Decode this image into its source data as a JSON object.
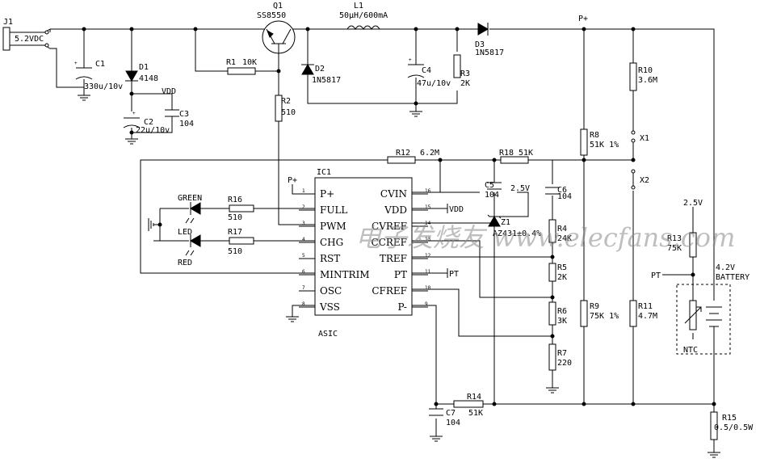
{
  "labels": {
    "j1": "J1",
    "vin": "5.2VDC",
    "c1": "C1",
    "c1v": "330u/10v",
    "d1": "D1",
    "d1v": "4148",
    "vdd": "VDD",
    "c2": "C2",
    "c2v": "22u/10v",
    "c3": "C3",
    "c3v": "104",
    "q1": "Q1",
    "q1v": "SS8550",
    "r1": "R1",
    "r1v": "10K",
    "r2": "R2",
    "r2v": "510",
    "l1": "L1",
    "l1v": "50µH/600mA",
    "d2": "D2",
    "d2v": "1N5817",
    "c4": "C4",
    "c4v": "47u/10v",
    "r3": "R3",
    "r3v": "2K",
    "d3": "D3",
    "d3v": "1N5817",
    "pplus": "P+",
    "r10": "R10",
    "r10v": "3.6M",
    "r8": "R8",
    "r8v": "51K 1%",
    "x1": "X1",
    "x2": "X2",
    "r12": "R12",
    "r12v": "6.2M",
    "r18": "R18",
    "r18v": "51K",
    "c5": "C5",
    "c5v": "104",
    "c6": "C6",
    "c6v": "104",
    "v25": "2.5V",
    "z1": "Z1",
    "z1v": "AZ431±0.4%",
    "r4": "R4",
    "r4v": "24K",
    "r5": "R5",
    "r5v": "2K",
    "r6": "R6",
    "r6v": "3K",
    "r7": "R7",
    "r7v": "220",
    "r9": "R9",
    "r9v": "75K 1%",
    "r11": "R11",
    "r11v": "4.7M",
    "r13": "R13",
    "r13v": "75K",
    "v25b": "2.5V",
    "pt": "PT",
    "batt1": "4.2V",
    "batt2": "BATTERY",
    "ntc": "NTC",
    "r15": "R15",
    "r15v": "0.5/0.5W",
    "r14": "R14",
    "r14v": "51K",
    "c7": "C7",
    "c7v": "104",
    "green": "GREEN",
    "led": "LED",
    "red": "RED",
    "r16": "R16",
    "r16v": "510",
    "r17": "R17",
    "r17v": "510",
    "ic1": "IC1",
    "asic": "ASIC",
    "vddnet": "VDD",
    "ptnet": "PT",
    "pinplus": "P+",
    "watermark": "电子发烧友 www.elecfans.com"
  },
  "ic_pins_left": [
    {
      "num": "1",
      "name": "P+"
    },
    {
      "num": "2",
      "name": "FULL"
    },
    {
      "num": "3",
      "name": "PWM"
    },
    {
      "num": "4",
      "name": "CHG"
    },
    {
      "num": "5",
      "name": "RST"
    },
    {
      "num": "6",
      "name": "MINTRIM"
    },
    {
      "num": "7",
      "name": "OSC"
    },
    {
      "num": "8",
      "name": "VSS"
    }
  ],
  "ic_pins_right": [
    {
      "num": "16",
      "name": "CVIN"
    },
    {
      "num": "15",
      "name": "VDD"
    },
    {
      "num": "14",
      "name": "CVREF"
    },
    {
      "num": "13",
      "name": "CCREF"
    },
    {
      "num": "12",
      "name": "TREF"
    },
    {
      "num": "11",
      "name": "PT"
    },
    {
      "num": "10",
      "name": "CFREF"
    },
    {
      "num": "9",
      "name": "P-"
    }
  ]
}
